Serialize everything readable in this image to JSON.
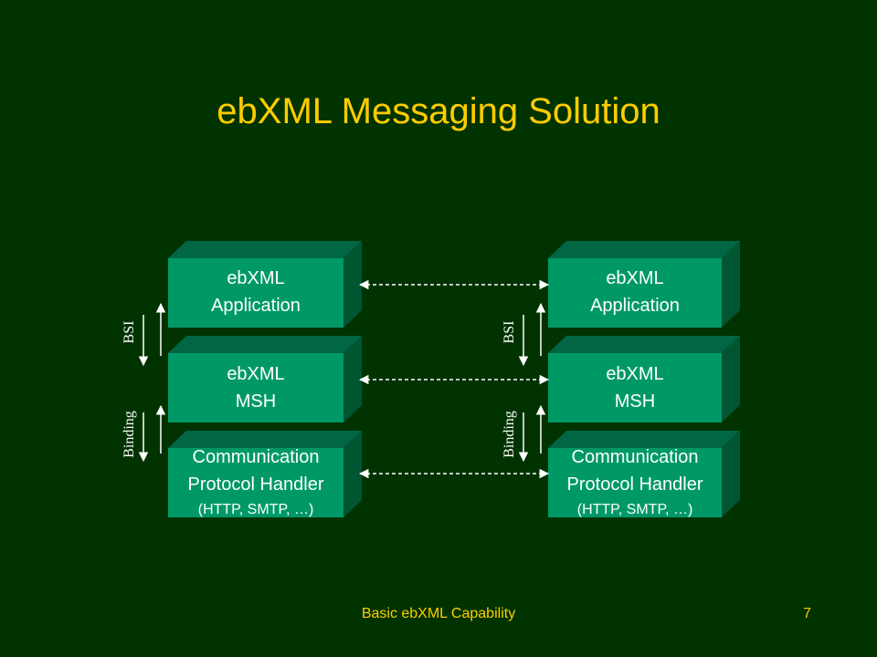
{
  "slide": {
    "title": "ebXML Messaging Solution",
    "footer": "Basic ebXML Capability",
    "page_number": "7"
  },
  "colors": {
    "background": "#003300",
    "title": "#FFCC00",
    "box_front": "#009966",
    "box_top": "#006644",
    "box_side": "#005533",
    "text": "#FFFFFF"
  },
  "stacks": [
    {
      "application": {
        "line1": "ebXML",
        "line2": "Application"
      },
      "msh": {
        "line1": "ebXML",
        "line2": "MSH"
      },
      "cph": {
        "line1": "Communication",
        "line2": "Protocol Handler",
        "line3": "(HTTP, SMTP, …)"
      },
      "bsi_label": "BSI",
      "binding_label": "Binding"
    },
    {
      "application": {
        "line1": "ebXML",
        "line2": "Application"
      },
      "msh": {
        "line1": "ebXML",
        "line2": "MSH"
      },
      "cph": {
        "line1": "Communication",
        "line2": "Protocol Handler",
        "line3": "(HTTP, SMTP, …)"
      },
      "bsi_label": "BSI",
      "binding_label": "Binding"
    }
  ]
}
